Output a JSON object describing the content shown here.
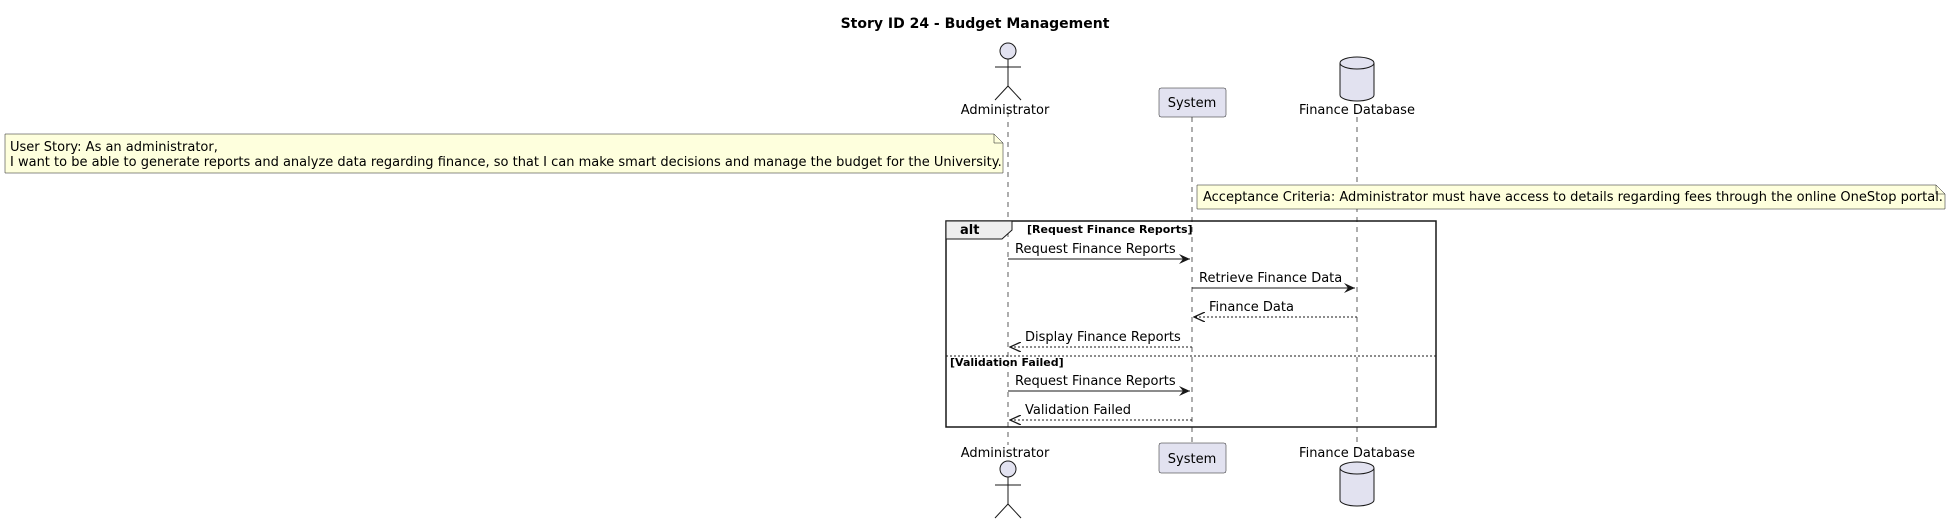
{
  "title": "Story ID 24 - Budget Management",
  "participants": {
    "administrator": "Administrator",
    "system": "System",
    "database": "Finance Database"
  },
  "notes": {
    "user_story_line1": "User Story: As an administrator,",
    "user_story_line2": "I want to be able to generate reports and analyze data regarding finance, so that I can make smart decisions and manage the budget for the University.",
    "acceptance": "Acceptance Criteria: Administrator must have access to details regarding fees through the online OneStop portal."
  },
  "group": {
    "label": "alt",
    "guard1": "[Request Finance Reports]",
    "guard2": "[Validation Failed]"
  },
  "messages": [
    {
      "from": "administrator",
      "to": "system",
      "label": "Request Finance Reports",
      "style": "solid"
    },
    {
      "from": "system",
      "to": "database",
      "label": "Retrieve Finance Data",
      "style": "solid"
    },
    {
      "from": "database",
      "to": "system",
      "label": "Finance Data",
      "style": "dashed"
    },
    {
      "from": "system",
      "to": "administrator",
      "label": "Display Finance Reports",
      "style": "dashed"
    },
    {
      "from": "administrator",
      "to": "system",
      "label": "Request Finance Reports",
      "style": "solid"
    },
    {
      "from": "system",
      "to": "administrator",
      "label": "Validation Failed",
      "style": "dashed"
    }
  ],
  "colors": {
    "participant_fill": "#E2E2F0",
    "participant_stroke": "#181818",
    "note_fill": "#FEFFDD",
    "group_header_fill": "#EEEEEE",
    "lifeline": "#181818"
  }
}
